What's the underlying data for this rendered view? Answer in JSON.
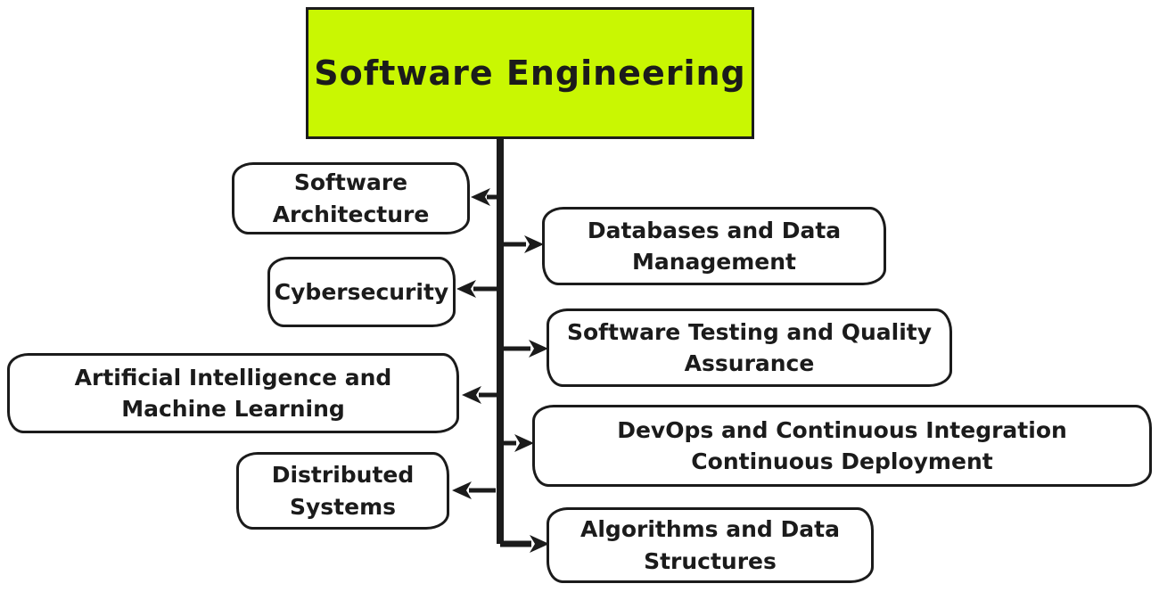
{
  "diagram": {
    "root": {
      "label": "Software Engineering"
    },
    "left_branches": [
      {
        "label": "Software Architecture"
      },
      {
        "label": "Cybersecurity"
      },
      {
        "label": "Artificial Intelligence and Machine Learning"
      },
      {
        "label": "Distributed Systems"
      }
    ],
    "right_branches": [
      {
        "label": "Databases and Data Management"
      },
      {
        "label": "Software Testing and Quality Assurance"
      },
      {
        "label": "DevOps and Continuous Integration Continuous Deployment"
      },
      {
        "label": "Algorithms and Data Structures"
      }
    ]
  },
  "colors": {
    "root_fill": "#c9f702",
    "node_fill": "#ffffff",
    "stroke": "#1b1b1b",
    "background": "#ffffff"
  }
}
